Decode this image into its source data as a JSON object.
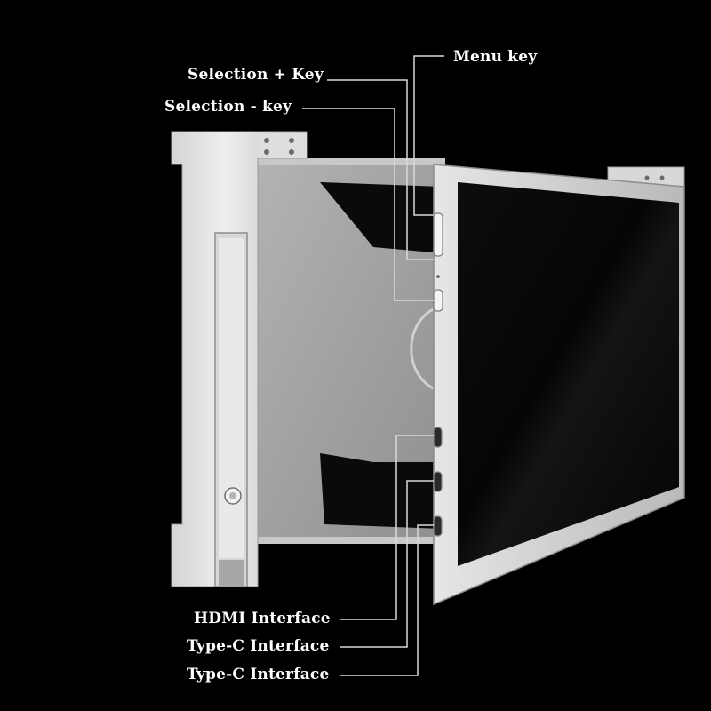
{
  "labels": {
    "selection_plus_key": "Selection + Key",
    "selection_minus_key": "Selection - key",
    "menu_key": "Menu key",
    "hdmi_interface": "HDMI Interface",
    "type_c_interface_1": "Type-C Interface",
    "type_c_interface_2": "Type-C Interface"
  },
  "colors": {
    "background": "#000000",
    "label_text": "#ffffff",
    "callout_line": "#d9d9d9",
    "bezel": "#cfcfd1",
    "screen": "#060606",
    "back_panel": "#a4a4a6"
  }
}
